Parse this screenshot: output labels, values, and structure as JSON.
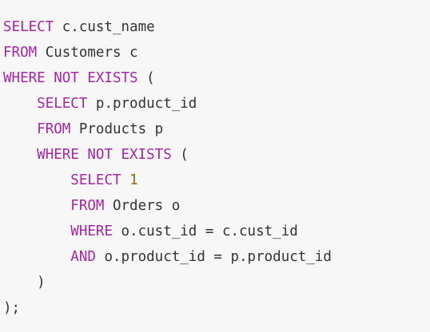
{
  "theme": {
    "background": "#f7f7f7",
    "keyword_color": "#a626a4",
    "number_color": "#986801",
    "text_color": "#333333"
  },
  "code": {
    "language": "SQL",
    "lines": [
      {
        "indent": "",
        "tokens": [
          {
            "type": "keyword",
            "text": "SELECT"
          },
          {
            "type": "ident",
            "text": " c.cust_name"
          }
        ]
      },
      {
        "indent": "",
        "tokens": [
          {
            "type": "keyword",
            "text": "FROM"
          },
          {
            "type": "ident",
            "text": " Customers c"
          }
        ]
      },
      {
        "indent": "",
        "tokens": [
          {
            "type": "keyword",
            "text": "WHERE NOT EXISTS"
          },
          {
            "type": "punct",
            "text": " ("
          }
        ]
      },
      {
        "indent": "    ",
        "tokens": [
          {
            "type": "keyword",
            "text": "SELECT"
          },
          {
            "type": "ident",
            "text": " p.product_id"
          }
        ]
      },
      {
        "indent": "    ",
        "tokens": [
          {
            "type": "keyword",
            "text": "FROM"
          },
          {
            "type": "ident",
            "text": " Products p"
          }
        ]
      },
      {
        "indent": "    ",
        "tokens": [
          {
            "type": "keyword",
            "text": "WHERE NOT EXISTS"
          },
          {
            "type": "punct",
            "text": " ("
          }
        ]
      },
      {
        "indent": "        ",
        "tokens": [
          {
            "type": "keyword",
            "text": "SELECT"
          },
          {
            "type": "punct",
            "text": " "
          },
          {
            "type": "number",
            "text": "1"
          }
        ]
      },
      {
        "indent": "        ",
        "tokens": [
          {
            "type": "keyword",
            "text": "FROM"
          },
          {
            "type": "ident",
            "text": " Orders o"
          }
        ]
      },
      {
        "indent": "        ",
        "tokens": [
          {
            "type": "keyword",
            "text": "WHERE"
          },
          {
            "type": "ident",
            "text": " o.cust_id = c.cust_id"
          }
        ]
      },
      {
        "indent": "        ",
        "tokens": [
          {
            "type": "keyword",
            "text": "AND"
          },
          {
            "type": "ident",
            "text": " o.product_id = p.product_id"
          }
        ]
      },
      {
        "indent": "    ",
        "tokens": [
          {
            "type": "punct",
            "text": ")"
          }
        ]
      },
      {
        "indent": "",
        "tokens": [
          {
            "type": "punct",
            "text": ");"
          }
        ]
      }
    ]
  }
}
